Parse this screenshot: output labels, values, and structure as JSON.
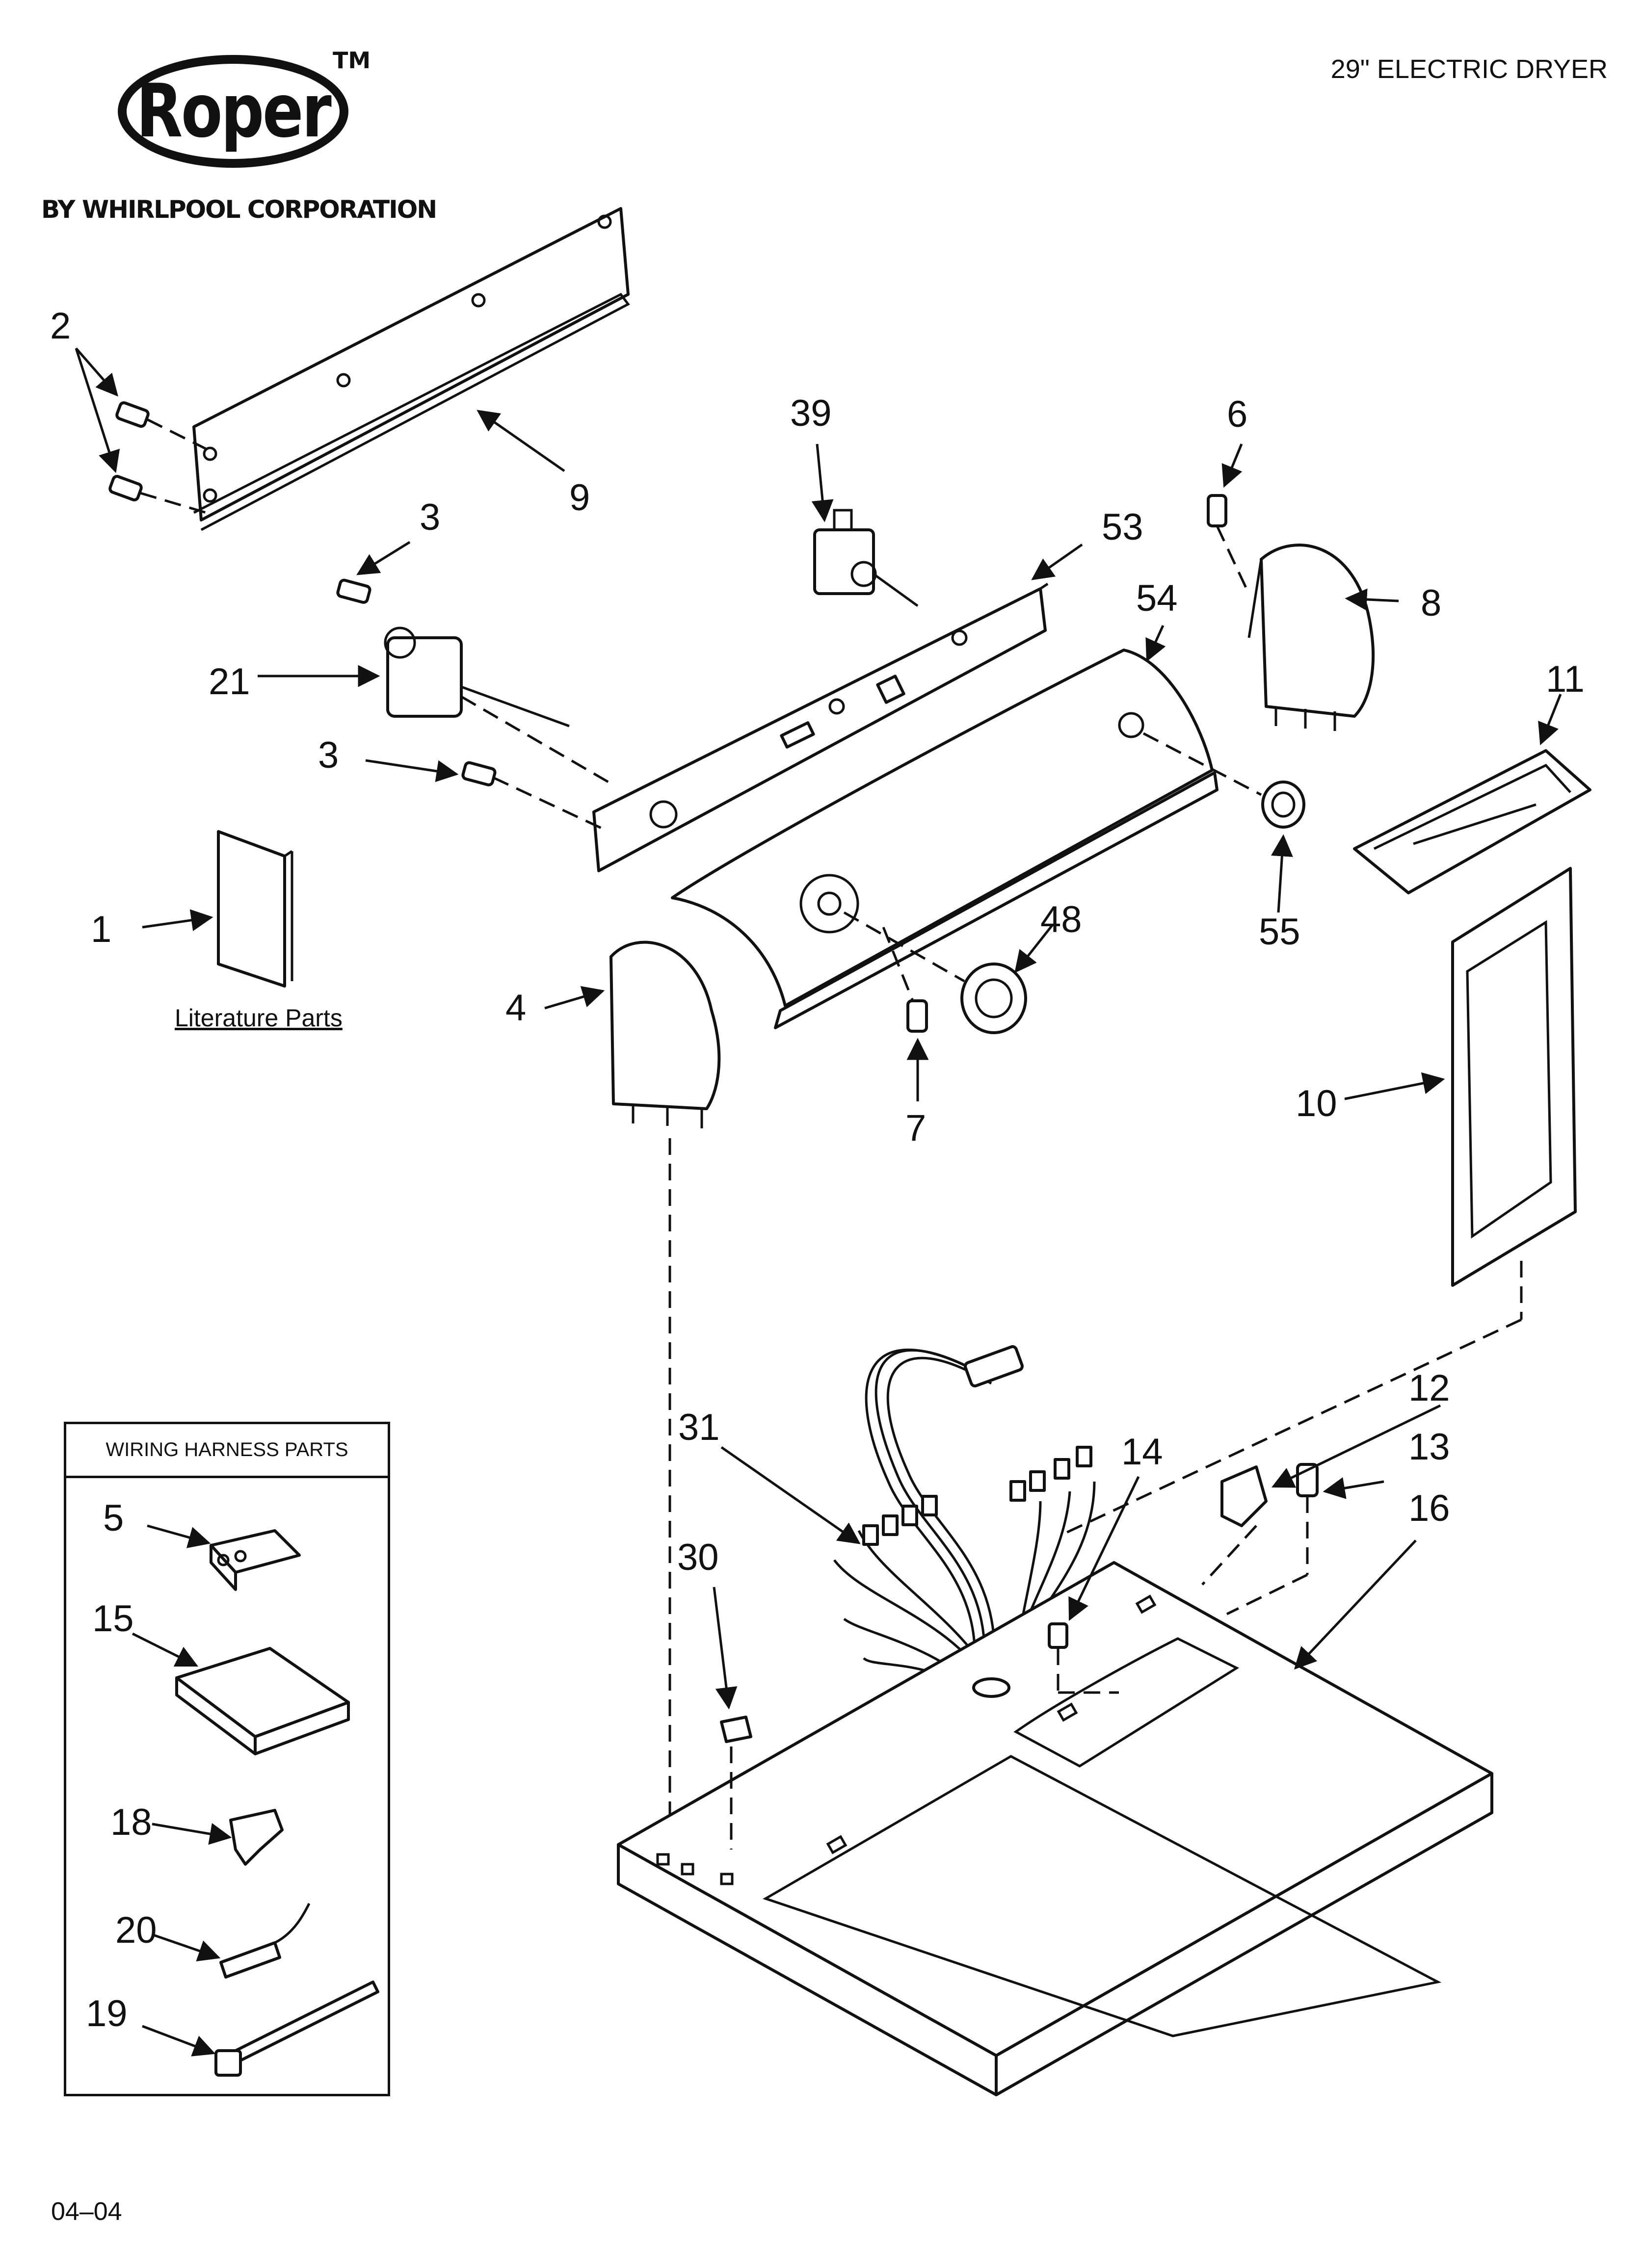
{
  "header": {
    "brand": "Roper",
    "trademark": "TM",
    "brand_sub": "BY WHIRLPOOL CORPORATION",
    "model_title": "29\" ELECTRIC DRYER"
  },
  "footer": {
    "date_code": "04–04"
  },
  "literature_label": "Literature Parts",
  "harness": {
    "title": "WIRING HARNESS PARTS"
  },
  "callouts": {
    "c1": "1",
    "c2": "2",
    "c3a": "3",
    "c3b": "3",
    "c4": "4",
    "c5": "5",
    "c6": "6",
    "c7": "7",
    "c8": "8",
    "c9": "9",
    "c10": "10",
    "c11": "11",
    "c12": "12",
    "c13": "13",
    "c14": "14",
    "c15": "15",
    "c16": "16",
    "c18": "18",
    "c19": "19",
    "c20": "20",
    "c21": "21",
    "c30": "30",
    "c31": "31",
    "c39": "39",
    "c48": "48",
    "c53": "53",
    "c54": "54",
    "c55": "55"
  }
}
